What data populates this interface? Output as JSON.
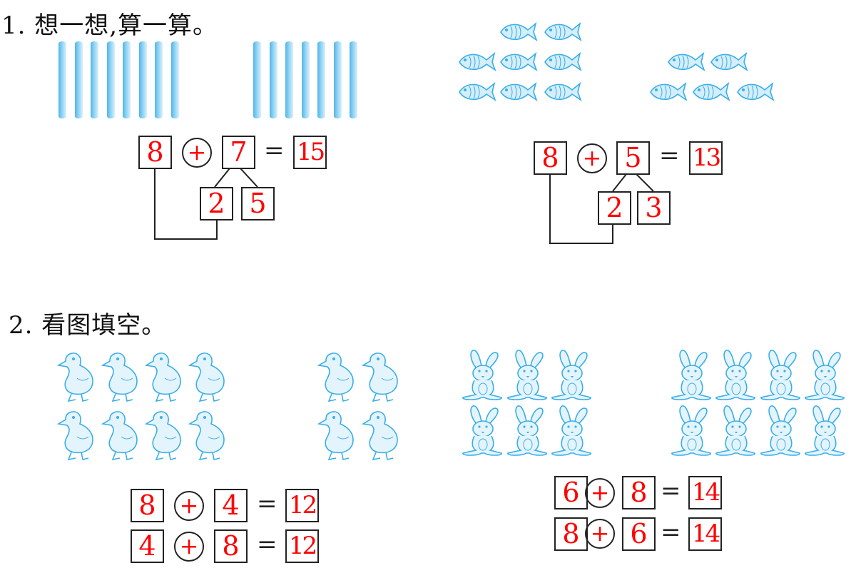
{
  "q1": {
    "title": "1. 想一想,算一算。",
    "left": {
      "sticks_a": 8,
      "sticks_b": 7,
      "equation": {
        "a": "8",
        "op": "+",
        "b": "7",
        "eq": "=",
        "result": "15",
        "split": [
          "2",
          "5"
        ]
      }
    },
    "right": {
      "fish_a": 8,
      "fish_b": 5,
      "equation": {
        "a": "8",
        "op": "+",
        "b": "5",
        "eq": "=",
        "result": "13",
        "split": [
          "2",
          "3"
        ]
      }
    }
  },
  "q2": {
    "title": "2. 看图填空。",
    "left": {
      "ducks_a": 8,
      "ducks_b": 4,
      "equations": [
        {
          "a": "8",
          "op": "+",
          "b": "4",
          "eq": "=",
          "result": "12"
        },
        {
          "a": "4",
          "op": "+",
          "b": "8",
          "eq": "=",
          "result": "12"
        }
      ]
    },
    "right": {
      "rabbits_a": 6,
      "rabbits_b": 8,
      "equations": [
        {
          "a": "6",
          "op": "+",
          "b": "8",
          "eq": "=",
          "result": "14"
        },
        {
          "a": "8",
          "op": "+",
          "b": "6",
          "eq": "=",
          "result": "14"
        }
      ]
    }
  },
  "colors": {
    "picture": "#3aaee8",
    "answer": "#ff0000",
    "ink": "#222222"
  }
}
